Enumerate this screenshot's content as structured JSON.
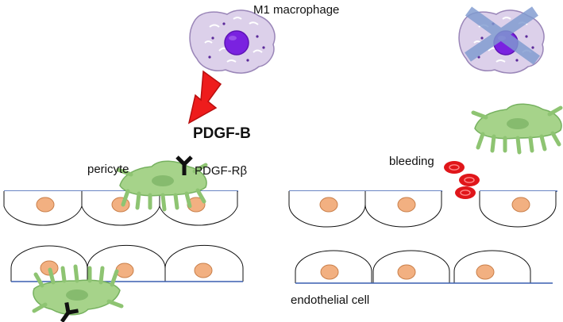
{
  "labels": {
    "macrophage": "M1 macrophage",
    "ligand": "PDGF-B",
    "pericyte": "pericyte",
    "receptor": "PDGF-Rβ",
    "bleeding": "bleeding",
    "endothelial": "endothelial cell"
  },
  "colors": {
    "macrophage_body": "#dcd0ea",
    "macrophage_outline": "#9a86b8",
    "nucleus": "#7a22e0",
    "arrow": "#ee1c1c",
    "pericyte": "#a6d38a",
    "pericyte_outline": "#76b15f",
    "endothelial_nucleus": "#f2b081",
    "vessel_line": "#3a5fb0",
    "blood_cell": "#e0161a",
    "cross": "#7f9bd0"
  },
  "icons": {
    "cross": "cross-icon",
    "receptor": "y-receptor-icon",
    "arrow": "arrow-down-left-icon"
  }
}
